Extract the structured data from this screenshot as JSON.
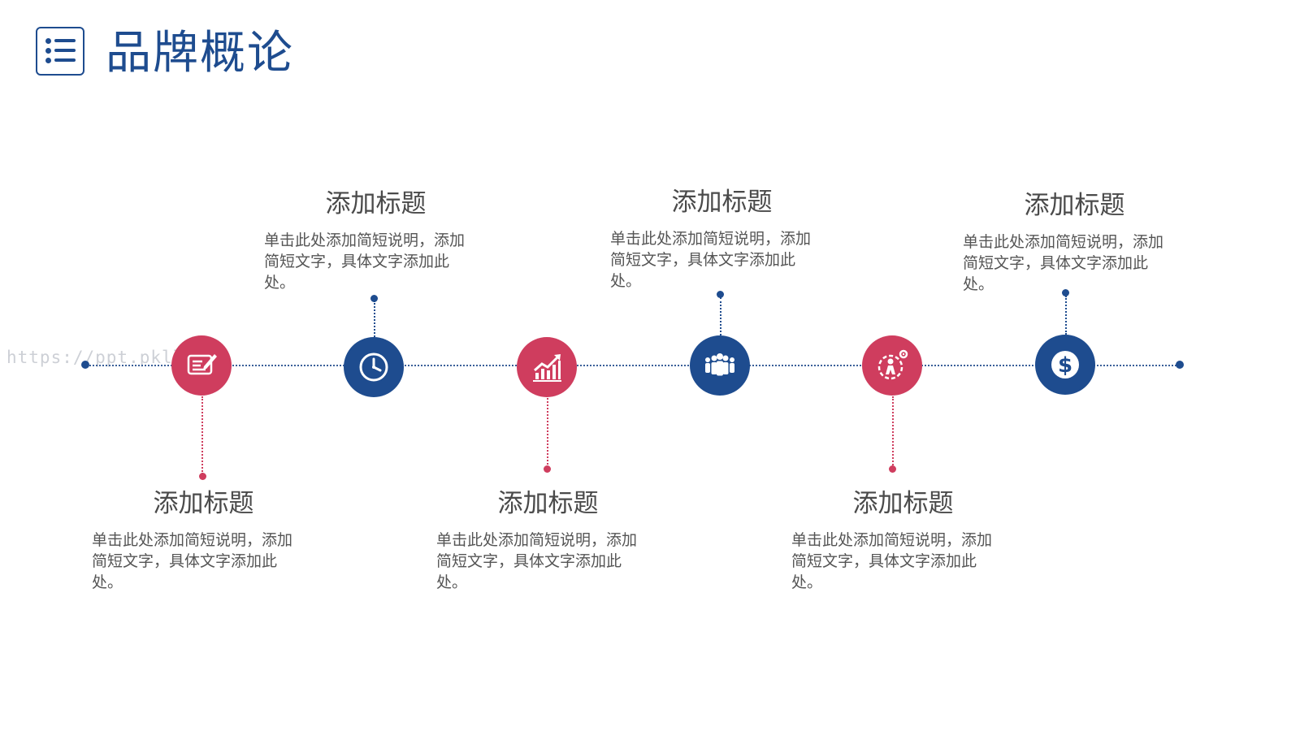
{
  "title": "品牌概论",
  "watermark": "https://ppt.pkll.c",
  "colors": {
    "primary": "#1e4c8f",
    "accent": "#cf3d5e",
    "text": "#4a4a4a"
  },
  "steps": [
    {
      "icon": "edit-document-icon",
      "position": "below",
      "title": "添加标题",
      "description": "单击此处添加简短说明，添加简短文字，具体文字添加此处。"
    },
    {
      "icon": "clock-icon",
      "position": "above",
      "title": "添加标题",
      "description": "单击此处添加简短说明，添加简短文字，具体文字添加此处。"
    },
    {
      "icon": "chart-icon",
      "position": "below",
      "title": "添加标题",
      "description": "单击此处添加简短说明，添加简短文字，具体文字添加此处。"
    },
    {
      "icon": "team-icon",
      "position": "above",
      "title": "添加标题",
      "description": "单击此处添加简短说明，添加简短文字，具体文字添加此处。"
    },
    {
      "icon": "person-gear-icon",
      "position": "below",
      "title": "添加标题",
      "description": "单击此处添加简短说明，添加简短文字，具体文字添加此处。"
    },
    {
      "icon": "dollar-icon",
      "position": "above",
      "title": "添加标题",
      "description": "单击此处添加简短说明，添加简短文字，具体文字添加此处。"
    }
  ]
}
